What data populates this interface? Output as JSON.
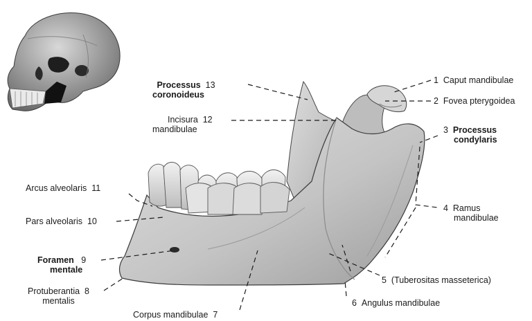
{
  "labels": {
    "l1": {
      "num": "1",
      "text": "Caput mandibulae"
    },
    "l2": {
      "num": "2",
      "text": "Fovea pterygoidea"
    },
    "l3": {
      "num": "3",
      "line1": "Processus",
      "line2": "condylaris"
    },
    "l4": {
      "num": "4",
      "line1": "Ramus",
      "line2": "mandibulae"
    },
    "l5": {
      "num": "5",
      "text": "(Tuberositas masseterica)"
    },
    "l6": {
      "num": "6",
      "text": "Angulus mandibulae"
    },
    "l7": {
      "num": "7",
      "text": "Corpus mandibulae"
    },
    "l8": {
      "num": "8",
      "line1": "Protuberantia",
      "line2": "mentalis"
    },
    "l9": {
      "num": "9",
      "line1": "Foramen",
      "line2": "mentale"
    },
    "l10": {
      "num": "10",
      "text": "Pars alveolaris"
    },
    "l11": {
      "num": "11",
      "text": "Arcus alveolaris"
    },
    "l12": {
      "num": "12",
      "line1": "Incisura",
      "line2": "mandibulae"
    },
    "l13": {
      "num": "13",
      "line1": "Processus",
      "line2": "coronoideus"
    }
  },
  "colors": {
    "bone": "#c9c9c9",
    "bone_shadow": "#8e8e8e",
    "ink": "#1a1a1a"
  }
}
